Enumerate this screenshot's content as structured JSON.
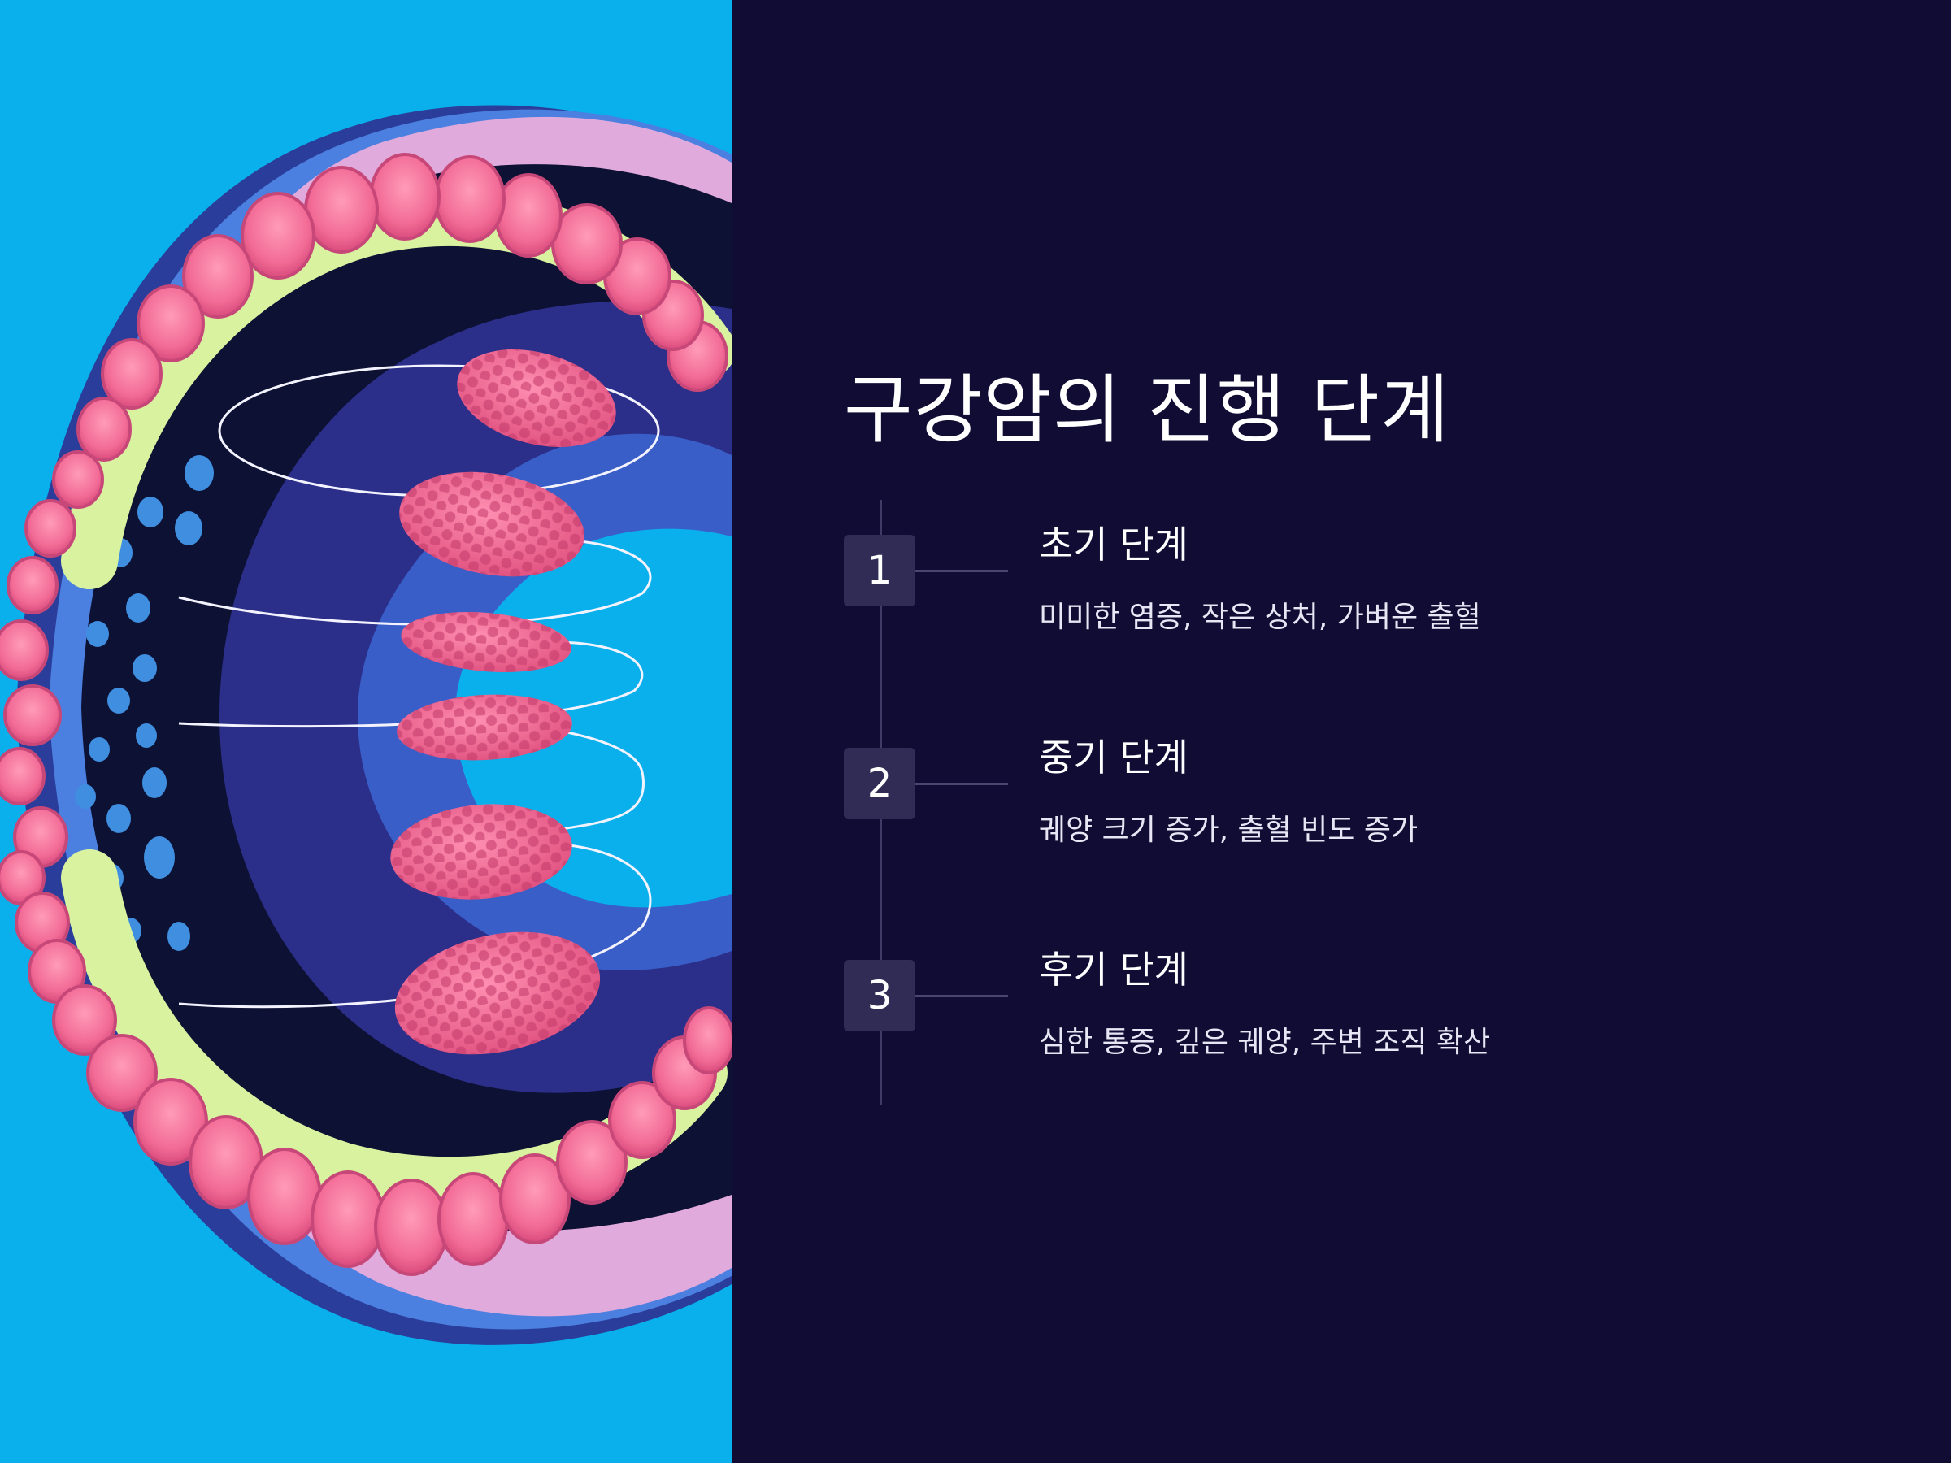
{
  "slide": {
    "title": "구강암의 진행 단계",
    "steps": [
      {
        "number": "1",
        "title": "초기 단계",
        "description": "미미한 염증, 작은 상처, 가벼운 출혈"
      },
      {
        "number": "2",
        "title": "중기 단계",
        "description": "궤양 크기 증가, 출혈 빈도 증가"
      },
      {
        "number": "3",
        "title": "후기 단계",
        "description": "심한 통증, 깊은 궤양, 주변 조직 확산"
      }
    ]
  },
  "illustration": {
    "icon": "mouth-cross-section-illustration",
    "background_color": "#0ab0ec",
    "tooth_color": "#f26b96",
    "gum_color": "#d8f2a0",
    "lesion_color": "#f06494"
  },
  "colors": {
    "background": "#110c33",
    "badge": "#302c55",
    "timeline": "#3f3a66",
    "text": "#ffffff"
  }
}
